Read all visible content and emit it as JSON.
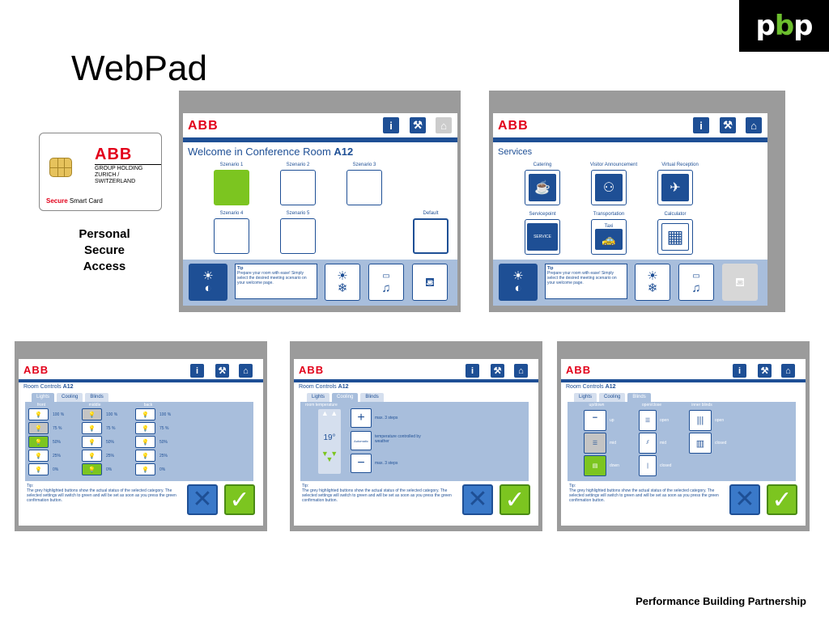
{
  "page": {
    "title": "WebPad",
    "footer": "Performance Building Partnership"
  },
  "logo": {
    "p1": "p",
    "b": "b",
    "p2": "p"
  },
  "card": {
    "brand": "ABB",
    "line1": "GROUP HOLDING",
    "line2": "ZURICH / SWITZERLAND",
    "secure": "Secure",
    "smart": " Smart Card"
  },
  "access": {
    "l1": "Personal",
    "l2": "Secure",
    "l3": "Access"
  },
  "brand": "ABB",
  "icons": {
    "info": "i",
    "tools": "⚒",
    "home": "⌂"
  },
  "welcome": {
    "title_pre": "Welcome in Conference Room ",
    "room": "A12",
    "scenarios": [
      "Szenario 1",
      "Szenario 2",
      "Szenario 3",
      "Szenario 4",
      "Szenario 5",
      "Default"
    ],
    "tip_head": "Tip",
    "tip": "Prepare your room with ease! Simply select the desired meeting scenario on your welcome page."
  },
  "bottom_icons": {
    "light": "☀",
    "onoff": "◐",
    "climate": "❄",
    "media": "♫",
    "service": "⛾"
  },
  "services": {
    "title": "Services",
    "items": [
      "Catering",
      "Visitor Announcement",
      "Virtual Reception",
      "Servicepoint",
      "Transportation",
      "Calculator"
    ],
    "glyphs": [
      "☕",
      "⚇",
      "✈",
      "SERVICE",
      "🚕",
      "▦"
    ],
    "taxi": "Taxi"
  },
  "rc": {
    "title_pre": "Room Controls ",
    "room": "A12",
    "tabs": [
      "Lights",
      "Cooling",
      "Blinds"
    ],
    "tip": "Tip:\nThe grey highlighted buttons show the actual status of the selected category. The selected settings will switch to green and will be set as soon as you press the green confirmation button.",
    "lights": {
      "cols": [
        "front",
        "middle",
        "back"
      ],
      "pct": [
        "100 %",
        "75 %",
        "50%",
        "25%",
        "0%"
      ]
    },
    "cooling": {
      "head": "room temperature",
      "temp": "19°",
      "auto": "Automatic",
      "plus": "max. 3 steps",
      "auto_desc": "temperature controlled by weather",
      "minus": "max. 3 steps"
    },
    "blinds": {
      "cols": [
        "up/down",
        "open/close",
        "inner blinds"
      ],
      "states1": [
        "up",
        "mid",
        "down"
      ],
      "states2": [
        "open",
        "mid",
        "closed"
      ],
      "states3": [
        "open",
        "closed"
      ]
    }
  },
  "colors": {
    "abb_red": "#e2001a",
    "nav_blue": "#1e4f95",
    "active_green": "#7cc520",
    "panel_blue": "#a8bedc"
  }
}
